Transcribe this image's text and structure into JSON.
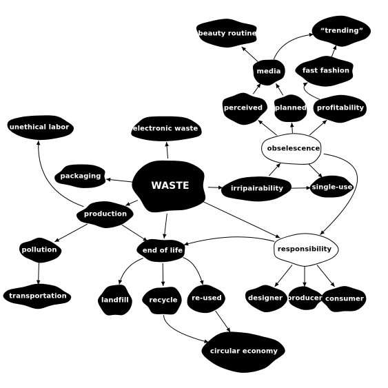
{
  "diagram": {
    "title": "",
    "colors": {
      "filled": "#000000",
      "outline": "#000000",
      "background": "#ffffff",
      "text_on_filled": "#ffffff",
      "text_on_outline": "#000000"
    },
    "nodes": [
      {
        "id": "waste",
        "label": "WASTE",
        "style": "filled"
      },
      {
        "id": "electronic_waste",
        "label": "electronic waste",
        "style": "filled"
      },
      {
        "id": "packaging",
        "label": "packaging",
        "style": "filled"
      },
      {
        "id": "unethical_labor",
        "label": "unethical labor",
        "style": "filled"
      },
      {
        "id": "production",
        "label": "production",
        "style": "filled"
      },
      {
        "id": "pollution",
        "label": "pollution",
        "style": "filled"
      },
      {
        "id": "transportation",
        "label": "transportation",
        "style": "filled"
      },
      {
        "id": "end_of_life",
        "label": "end of life",
        "style": "filled"
      },
      {
        "id": "landfill",
        "label": "landfill",
        "style": "filled"
      },
      {
        "id": "recycle",
        "label": "recycle",
        "style": "filled"
      },
      {
        "id": "re_used",
        "label": "re-used",
        "style": "filled"
      },
      {
        "id": "circular_economy",
        "label": "circular economy",
        "style": "filled"
      },
      {
        "id": "irripairability",
        "label": "irripairability",
        "style": "filled"
      },
      {
        "id": "single_use",
        "label": "single-use",
        "style": "filled"
      },
      {
        "id": "obselescence",
        "label": "obselescence",
        "style": "outline"
      },
      {
        "id": "responsibility",
        "label": "responsibility",
        "style": "outline"
      },
      {
        "id": "designer",
        "label": "designer",
        "style": "filled"
      },
      {
        "id": "producer",
        "label": "producer",
        "style": "filled"
      },
      {
        "id": "consumer",
        "label": "consumer",
        "style": "filled"
      },
      {
        "id": "perceived",
        "label": "perceived",
        "style": "filled"
      },
      {
        "id": "planned",
        "label": "planned",
        "style": "filled"
      },
      {
        "id": "profitability",
        "label": "profitability",
        "style": "filled"
      },
      {
        "id": "media",
        "label": "media",
        "style": "filled"
      },
      {
        "id": "beauty_routine",
        "label": "beauty routine",
        "style": "filled"
      },
      {
        "id": "trending",
        "label": "“trending”",
        "style": "filled"
      },
      {
        "id": "fast_fashion",
        "label": "fast fashion",
        "style": "filled"
      }
    ],
    "edges": [
      {
        "from": "waste",
        "to": "electronic_waste"
      },
      {
        "from": "waste",
        "to": "packaging"
      },
      {
        "from": "waste",
        "to": "production"
      },
      {
        "from": "waste",
        "to": "end_of_life"
      },
      {
        "from": "waste",
        "to": "irripairability"
      },
      {
        "from": "waste",
        "to": "responsibility"
      },
      {
        "from": "production",
        "to": "unethical_labor"
      },
      {
        "from": "production",
        "to": "pollution"
      },
      {
        "from": "production",
        "to": "end_of_life"
      },
      {
        "from": "pollution",
        "to": "transportation"
      },
      {
        "from": "end_of_life",
        "to": "landfill"
      },
      {
        "from": "end_of_life",
        "to": "recycle"
      },
      {
        "from": "end_of_life",
        "to": "re_used"
      },
      {
        "from": "recycle",
        "to": "circular_economy"
      },
      {
        "from": "re_used",
        "to": "circular_economy"
      },
      {
        "from": "irripairability",
        "to": "obselescence"
      },
      {
        "from": "irripairability",
        "to": "single_use"
      },
      {
        "from": "obselescence",
        "to": "single_use"
      },
      {
        "from": "obselescence",
        "to": "perceived"
      },
      {
        "from": "obselescence",
        "to": "planned"
      },
      {
        "from": "obselescence",
        "to": "profitability"
      },
      {
        "from": "obselescence",
        "to": "responsibility"
      },
      {
        "from": "perceived",
        "to": "media"
      },
      {
        "from": "planned",
        "to": "media"
      },
      {
        "from": "media",
        "to": "beauty_routine"
      },
      {
        "from": "media",
        "to": "trending"
      },
      {
        "from": "fast_fashion",
        "to": "trending"
      },
      {
        "from": "profitability",
        "to": "fast_fashion"
      },
      {
        "from": "responsibility",
        "to": "end_of_life"
      },
      {
        "from": "responsibility",
        "to": "designer"
      },
      {
        "from": "responsibility",
        "to": "producer"
      },
      {
        "from": "responsibility",
        "to": "consumer"
      }
    ]
  }
}
